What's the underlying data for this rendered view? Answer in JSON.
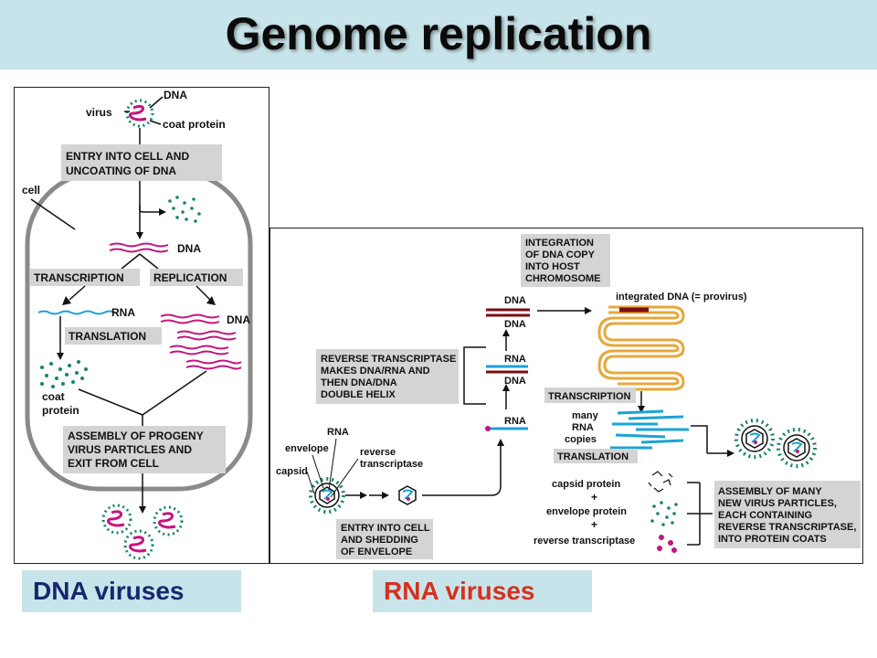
{
  "title": "Genome replication",
  "colors": {
    "title_band": "#c7e4ea",
    "dna_magenta": "#c4147e",
    "rna_blue": "#1aa3d6",
    "protein_green": "#16836c",
    "label_gray": "#d4d4d4",
    "host_dna_gold": "#e6a83b",
    "dark_red_dna": "#7a0e16",
    "dna_label_text": "#17276e",
    "rna_label_text": "#d7301f"
  },
  "dna_virus_panel": {
    "labels": {
      "virus": "virus",
      "dna": "DNA",
      "coat_protein": "coat protein",
      "cell": "cell",
      "dna_mid": "DNA",
      "rna": "RNA",
      "dna_right": "DNA",
      "coat_protein_left_1": "coat",
      "coat_protein_left_2": "protein"
    },
    "steps": {
      "entry_1": "ENTRY INTO CELL AND",
      "entry_2": "UNCOATING OF DNA",
      "transcription": "TRANSCRIPTION",
      "replication": "REPLICATION",
      "translation": "TRANSLATION",
      "assembly_1": "ASSEMBLY OF PROGENY",
      "assembly_2": "VIRUS PARTICLES AND",
      "assembly_3": "EXIT FROM CELL"
    }
  },
  "rna_virus_panel": {
    "labels": {
      "dna_top_1": "DNA",
      "dna_top_2": "DNA",
      "rna_mid": "RNA",
      "dna_mid": "DNA",
      "rna_low": "RNA",
      "integrated": "integrated DNA (= provirus)",
      "many_1": "many",
      "many_2": "RNA",
      "many_3": "copies",
      "rna_virion": "RNA",
      "envelope": "envelope",
      "capsid": "capsid",
      "reverse_1": "reverse",
      "reverse_2": "transcriptase",
      "capsid_protein": "capsid protein",
      "plus_1": "+",
      "envelope_protein": "envelope protein",
      "plus_2": "+",
      "reverse_transcriptase": "reverse transcriptase"
    },
    "steps": {
      "integration_1": "INTEGRATION",
      "integration_2": "OF DNA COPY",
      "integration_3": "INTO HOST",
      "integration_4": "CHROMOSOME",
      "rt_1": "REVERSE TRANSCRIPTASE",
      "rt_2": "MAKES DNA/RNA AND",
      "rt_3": "THEN DNA/DNA",
      "rt_4": "DOUBLE HELIX",
      "transcription": "TRANSCRIPTION",
      "translation": "TRANSLATION",
      "entry_1": "ENTRY INTO CELL",
      "entry_2": "AND SHEDDING",
      "entry_3": "OF ENVELOPE",
      "assembly_1": "ASSEMBLY OF MANY",
      "assembly_2": "NEW VIRUS PARTICLES,",
      "assembly_3": "EACH CONTAINING",
      "assembly_4": "REVERSE TRANSCRIPTASE,",
      "assembly_5": "INTO PROTEIN COATS"
    }
  },
  "bottom_labels": {
    "dna": "DNA viruses",
    "rna": "RNA viruses"
  }
}
